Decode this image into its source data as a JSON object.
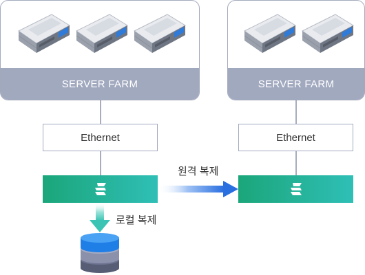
{
  "server_farms": [
    {
      "label": "SERVER FARM",
      "server_count": 3
    },
    {
      "label": "SERVER FARM",
      "server_count": 2
    }
  ],
  "ethernet": [
    "Ethernet",
    "Ethernet"
  ],
  "arrows": {
    "remote_label": "원격 복제",
    "local_label": "로컬 복제"
  },
  "colors": {
    "farm_label_bg": "#a1a9bf",
    "bar_gradient_start": "#1ba67a",
    "bar_gradient_end": "#2fbfb6",
    "remote_arrow": "#2a6fe0",
    "local_arrow": "#3bc4b4",
    "db_top": "#1f7fe6"
  },
  "icons": [
    "server-icon",
    "app-logo-icon",
    "database-icon"
  ]
}
